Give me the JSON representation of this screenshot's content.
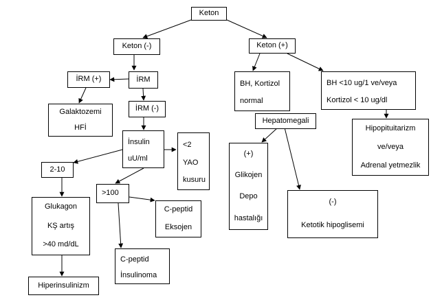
{
  "nodes": {
    "keton": [
      "Keton"
    ],
    "keton_neg": [
      "Keton (-)"
    ],
    "keton_pos": [
      "Keton (+)"
    ],
    "irm": [
      "İRM"
    ],
    "irm_pos": [
      "İRM (+)"
    ],
    "irm_neg": [
      "İRM (-)"
    ],
    "galaktozemi": [
      "Galaktozemi",
      "HFİ"
    ],
    "insulin": [
      "İnsulin",
      "uU/ml"
    ],
    "yao": [
      "<2",
      "YAO",
      "kusuru"
    ],
    "range_2_10": [
      "2-10"
    ],
    "over_100": [
      ">100"
    ],
    "glukagon": [
      "Glukagon",
      "KŞ artış",
      ">40 md/dL"
    ],
    "hiperinsulinizm": [
      "Hiperinsulinizm"
    ],
    "cpeptid_insulinoma": [
      "C-peptid",
      "İnsulinoma"
    ],
    "cpeptid_eksojen": [
      "C-peptid",
      "Eksojen"
    ],
    "bh_kortizol": [
      "BH, Kortizol",
      "normal"
    ],
    "bh_low": [
      "BH <10 ug/1 ve/veya",
      "Kortizol < 10 ug/dl"
    ],
    "hipopituitarizm": [
      "Hipopituitarizm",
      "ve/veya",
      "Adrenal yetmezlik"
    ],
    "hepatomegali": [
      "Hepatomegali"
    ],
    "glikojen": [
      "(+)",
      "Glikojen",
      "Depo",
      "hastalığı"
    ],
    "ketotik": [
      "(-)",
      "Ketotik hipoglisemi"
    ]
  }
}
